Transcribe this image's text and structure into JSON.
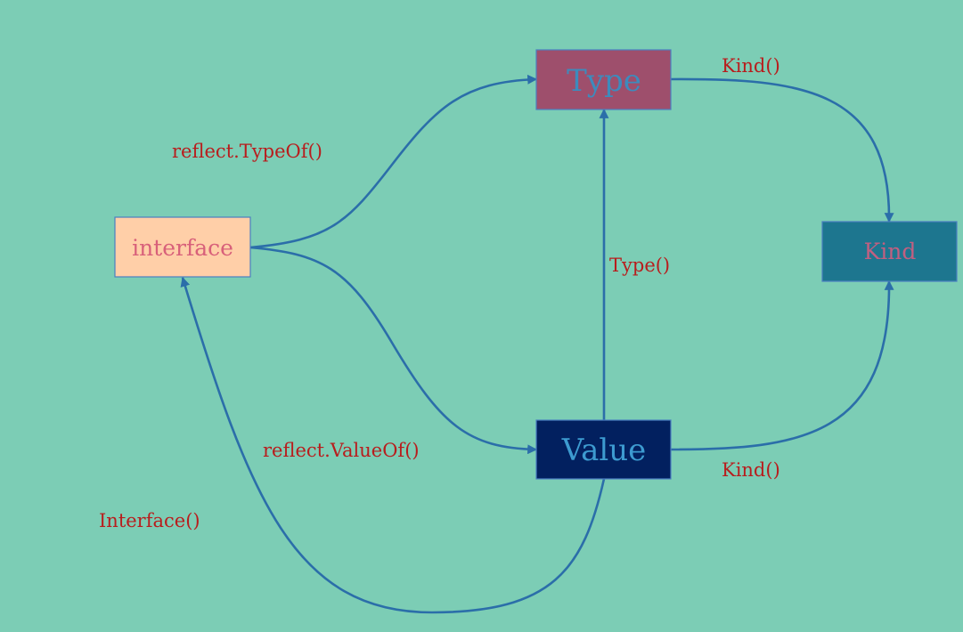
{
  "nodes": {
    "interface": {
      "label": "interface",
      "fill": "#ffcfa8",
      "text_color": "#d8607a"
    },
    "type": {
      "label": "Type",
      "fill": "#9e4f6c",
      "text_color": "#3d8bbd"
    },
    "kind": {
      "label": "Kind",
      "fill": "#1d768f",
      "text_color": "#c25f80"
    },
    "value": {
      "label": "Value",
      "fill": "#02205f",
      "text_color": "#3d9bd0"
    }
  },
  "edges": [
    {
      "from": "interface",
      "to": "type",
      "label": "reflect.TypeOf()"
    },
    {
      "from": "interface",
      "to": "value",
      "label": "reflect.ValueOf()"
    },
    {
      "from": "value",
      "to": "type",
      "label": "Type()"
    },
    {
      "from": "type",
      "to": "kind",
      "label": "Kind()"
    },
    {
      "from": "value",
      "to": "kind",
      "label": "Kind()"
    },
    {
      "from": "value",
      "to": "interface",
      "label": "Interface()"
    }
  ],
  "colors": {
    "background": "#7ccdb5",
    "edge": "#2b6ea9",
    "edge_label": "#b81d1d",
    "node_border": "#4a7fc1"
  }
}
